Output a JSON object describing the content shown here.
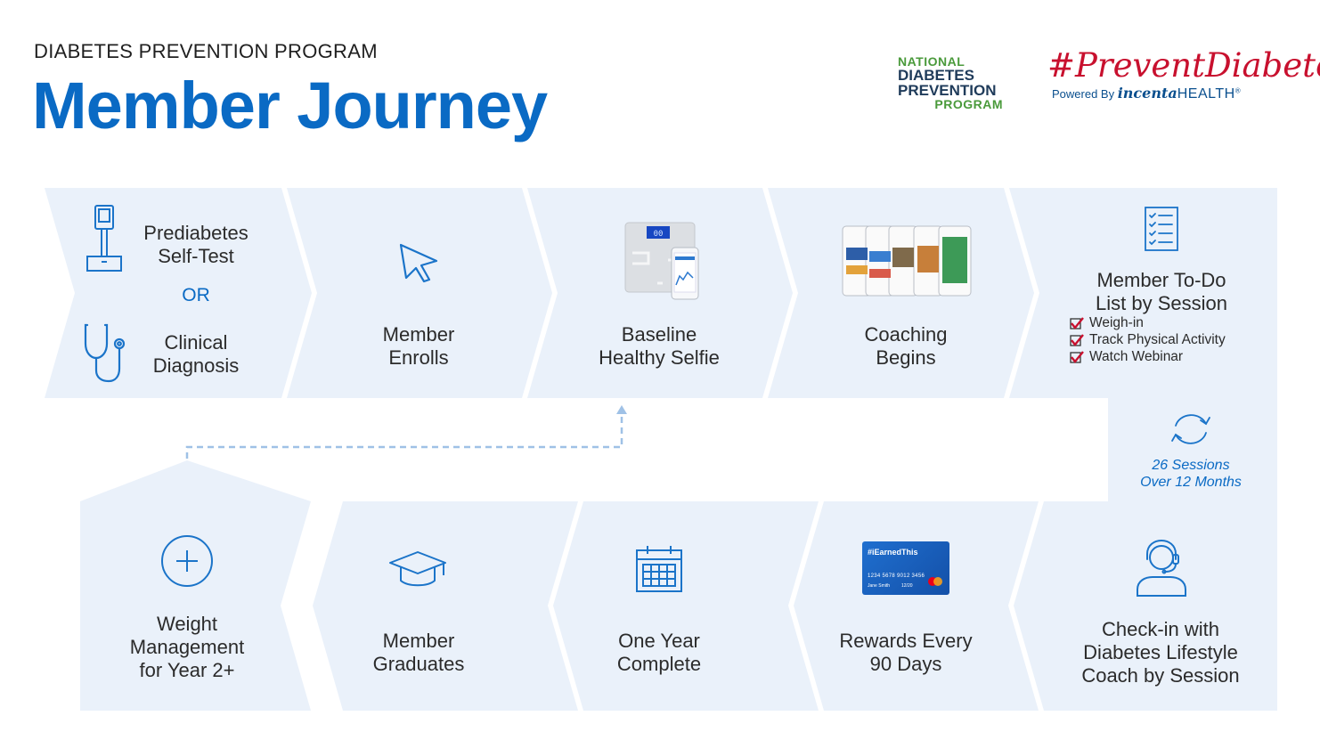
{
  "header": {
    "subtitle": "DIABETES PREVENTION PROGRAM",
    "title": "Member Journey"
  },
  "logos": {
    "ndpp": [
      "NATIONAL",
      "DIABETES",
      "PREVENTION",
      "PROGRAM"
    ],
    "hashtag": "#PreventDiabetes",
    "powered_by": "Powered By",
    "incenta": "incenta",
    "health": "HEALTH",
    "reg": "®"
  },
  "steps_top": [
    {
      "id": "self-test",
      "label": [
        "Prediabetes",
        "Self-Test"
      ],
      "icon": "glucose-meter-icon"
    },
    {
      "id": "or",
      "label": "OR"
    },
    {
      "id": "diagnosis",
      "label": [
        "Clinical",
        "Diagnosis"
      ],
      "icon": "stethoscope-icon"
    },
    {
      "id": "enrolls",
      "label": [
        "Member",
        "Enrolls"
      ],
      "icon": "cursor-arrow-icon"
    },
    {
      "id": "selfie",
      "label": [
        "Baseline",
        "Healthy Selfie"
      ],
      "icon": "smart-scale-phone-image"
    },
    {
      "id": "coaching",
      "label": [
        "Coaching",
        "Begins"
      ],
      "icon": "app-screens-image"
    },
    {
      "id": "todo",
      "label": [
        "Member To-Do",
        "List by Session"
      ],
      "icon": "checklist-icon",
      "items": [
        "Weigh-in",
        "Track Physical Activity",
        "Watch Webinar"
      ]
    }
  ],
  "cycle": {
    "line1": "26 Sessions",
    "line2": "Over 12 Months",
    "icon": "cycle-arrows-icon"
  },
  "steps_bottom": [
    {
      "id": "weight",
      "label": [
        "Weight",
        "Management",
        "for Year 2+"
      ],
      "icon": "plus-circle-icon"
    },
    {
      "id": "graduates",
      "label": [
        "Member",
        "Graduates"
      ],
      "icon": "graduation-cap-icon"
    },
    {
      "id": "year",
      "label": [
        "One Year",
        "Complete"
      ],
      "icon": "calendar-icon"
    },
    {
      "id": "rewards",
      "label": [
        "Rewards Every",
        "90 Days"
      ],
      "icon": "reward-card-image",
      "card": {
        "tag": "#iEarnedThis",
        "number": "1234 5678 9012 3456",
        "name": "Jane Smith",
        "expiry": "12/20"
      }
    },
    {
      "id": "checkin",
      "label": [
        "Check-in with",
        "Diabetes Lifestyle",
        "Coach by Session"
      ],
      "icon": "headset-person-icon"
    }
  ],
  "colors": {
    "brand_blue": "#0a6ac4",
    "panel": "#eaf1fa",
    "icon_blue": "#1b74c9",
    "check_red": "#c8102e",
    "ndpp_green": "#4a9a3b"
  }
}
